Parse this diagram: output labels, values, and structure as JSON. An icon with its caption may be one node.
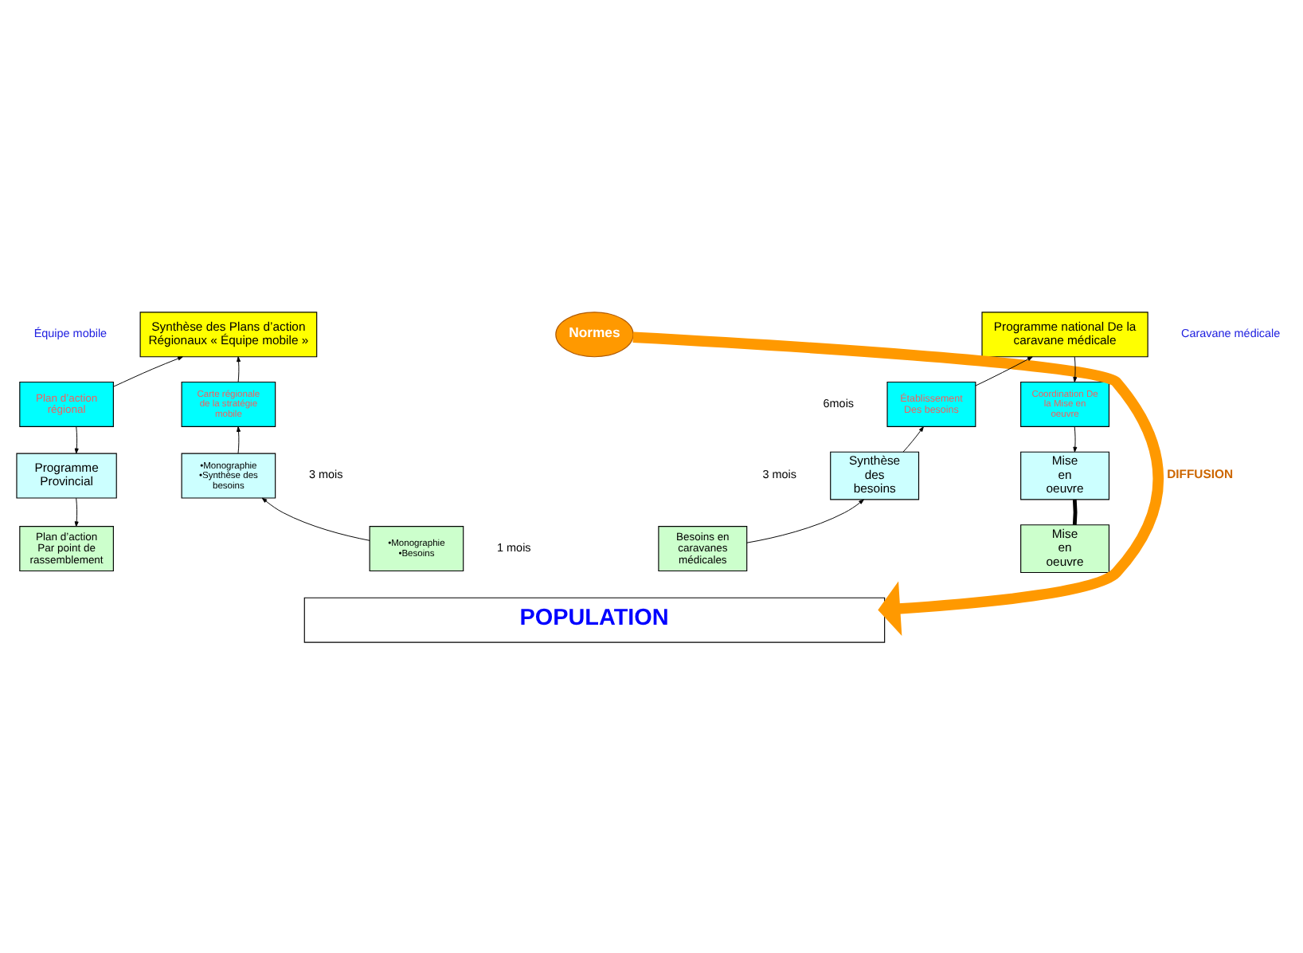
{
  "diagram": {
    "nodes": [
      {
        "text": [
          "Synthèse des Plans d’action Régionaux « Équipe mobile »"
        ]
      },
      {
        "text": [
          "Plan d’action régional"
        ]
      },
      {
        "text": [
          "Carte régionale de la stratégie mobile"
        ]
      },
      {
        "text": [
          "Programme Provincial"
        ]
      },
      {
        "text": [
          "•Monographie •Synthèse des besoins"
        ],
        "beside": [
          "3 mois"
        ]
      },
      {
        "text": [
          "Plan d’action Par point de rassemblement"
        ]
      },
      {
        "text": [
          "•Monographie •Besoins"
        ],
        "beside": [
          "1 mois"
        ]
      },
      {
        "text": [
          "Normes"
        ]
      },
      {
        "text": [
          "Programme national De la caravane médicale"
        ]
      },
      {
        "text": [
          "Établissement Des besoins"
        ],
        "beside": [
          "6mois"
        ]
      },
      {
        "text": [
          "Coordination De la Mise en oeuvre"
        ]
      },
      {
        "text": [
          "Synthèse des besoins"
        ],
        "beside": [
          "3 mois"
        ]
      },
      {
        "text": [
          "Mise en oeuvre"
        ]
      },
      {
        "text": [
          "Besoins en caravanes médicales"
        ]
      },
      {
        "text": [
          "Mise en oeuvre"
        ]
      },
      {
        "text": [
          "POPULATION"
        ]
      }
    ],
    "edges": [
      {
        "from": 1,
        "to": 0,
        "arrow": "to"
      },
      {
        "from": 2,
        "to": 0,
        "arrow": "to"
      },
      {
        "from": 1,
        "to": 3,
        "arrow": "to"
      },
      {
        "from": 3,
        "to": 5,
        "arrow": "to"
      },
      {
        "from": 4,
        "to": 2,
        "arrow": "to"
      },
      {
        "from": 6,
        "to": 4,
        "arrow": "to"
      },
      {
        "from": 7,
        "to": 15,
        "arrow": "to",
        "label": "DIFFUSION",
        "style": "thick",
        "color": "#ff9900"
      },
      {
        "from": 9,
        "to": 8,
        "arrow": "to"
      },
      {
        "from": 8,
        "to": 10,
        "arrow": "to"
      },
      {
        "from": 11,
        "to": 9,
        "arrow": "to"
      },
      {
        "from": 13,
        "to": 11,
        "arrow": "to"
      },
      {
        "from": 10,
        "to": 12,
        "arrow": "to"
      },
      {
        "from": 12,
        "to": 14,
        "arrow": "none",
        "style": "thick"
      }
    ],
    "labels": [
      "Équipe mobile",
      "Caravane médicale"
    ]
  }
}
